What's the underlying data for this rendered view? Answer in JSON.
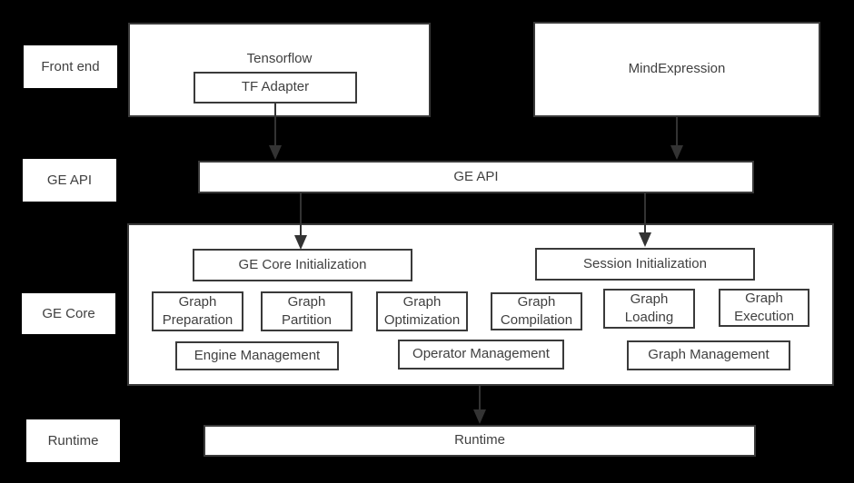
{
  "colors": {
    "background": "#000000",
    "box_fill": "#ffffff",
    "box_border": "#3a3a3a",
    "text": "#404040",
    "arrow": "#333333"
  },
  "row_labels": {
    "front_end": "Front end",
    "ge_api": "GE API",
    "ge_core": "GE Core",
    "runtime": "Runtime"
  },
  "front_end": {
    "tensorflow_label": "Tensorflow",
    "tf_adapter_label": "TF Adapter",
    "mind_expression_label": "MindExpression"
  },
  "ge_api": {
    "bar_label": "GE API"
  },
  "ge_core": {
    "init_label": "GE Core Initialization",
    "session_label": "Session Initialization",
    "modules": [
      "Graph Preparation",
      "Graph Partition",
      "Graph Optimization",
      "Graph Compilation",
      "Graph Loading",
      "Graph Execution"
    ],
    "managers": [
      "Engine Management",
      "Operator Management",
      "Graph Management"
    ]
  },
  "runtime": {
    "bar_label": "Runtime"
  }
}
